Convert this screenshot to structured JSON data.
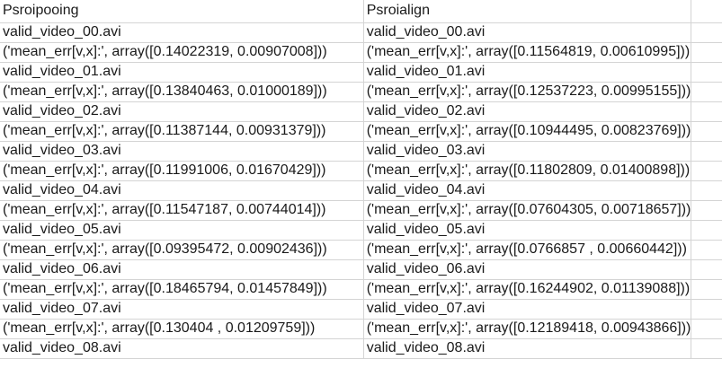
{
  "header": {
    "col_a": "Psroipooing",
    "col_b": "Psroialign",
    "col_c": ""
  },
  "rows": [
    {
      "a": "valid_video_00.avi",
      "b": "valid_video_00.avi"
    },
    {
      "a": "('mean_err[v,x]:', array([0.14022319, 0.00907008]))",
      "b": "('mean_err[v,x]:', array([0.11564819, 0.00610995]))"
    },
    {
      "a": "valid_video_01.avi",
      "b": "valid_video_01.avi"
    },
    {
      "a": "('mean_err[v,x]:', array([0.13840463, 0.01000189]))",
      "b": "('mean_err[v,x]:', array([0.12537223, 0.00995155]))"
    },
    {
      "a": "valid_video_02.avi",
      "b": "valid_video_02.avi"
    },
    {
      "a": "('mean_err[v,x]:', array([0.11387144, 0.00931379]))",
      "b": "('mean_err[v,x]:', array([0.10944495, 0.00823769]))"
    },
    {
      "a": "valid_video_03.avi",
      "b": "valid_video_03.avi"
    },
    {
      "a": "('mean_err[v,x]:', array([0.11991006, 0.01670429]))",
      "b": "('mean_err[v,x]:', array([0.11802809, 0.01400898]))"
    },
    {
      "a": "valid_video_04.avi",
      "b": "valid_video_04.avi"
    },
    {
      "a": "('mean_err[v,x]:', array([0.11547187, 0.00744014]))",
      "b": "('mean_err[v,x]:', array([0.07604305, 0.00718657]))"
    },
    {
      "a": "valid_video_05.avi",
      "b": "valid_video_05.avi"
    },
    {
      "a": "('mean_err[v,x]:', array([0.09395472, 0.00902436]))",
      "b": "('mean_err[v,x]:', array([0.0766857 , 0.00660442]))"
    },
    {
      "a": "valid_video_06.avi",
      "b": "valid_video_06.avi"
    },
    {
      "a": "('mean_err[v,x]:', array([0.18465794, 0.01457849]))",
      "b": "('mean_err[v,x]:', array([0.16244902, 0.01139088]))"
    },
    {
      "a": "valid_video_07.avi",
      "b": "valid_video_07.avi"
    },
    {
      "a": "('mean_err[v,x]:', array([0.130404  , 0.01209759]))",
      "b": "('mean_err[v,x]:', array([0.12189418, 0.00943866]))"
    },
    {
      "a": "valid_video_08.avi",
      "b": "valid_video_08.avi"
    }
  ]
}
